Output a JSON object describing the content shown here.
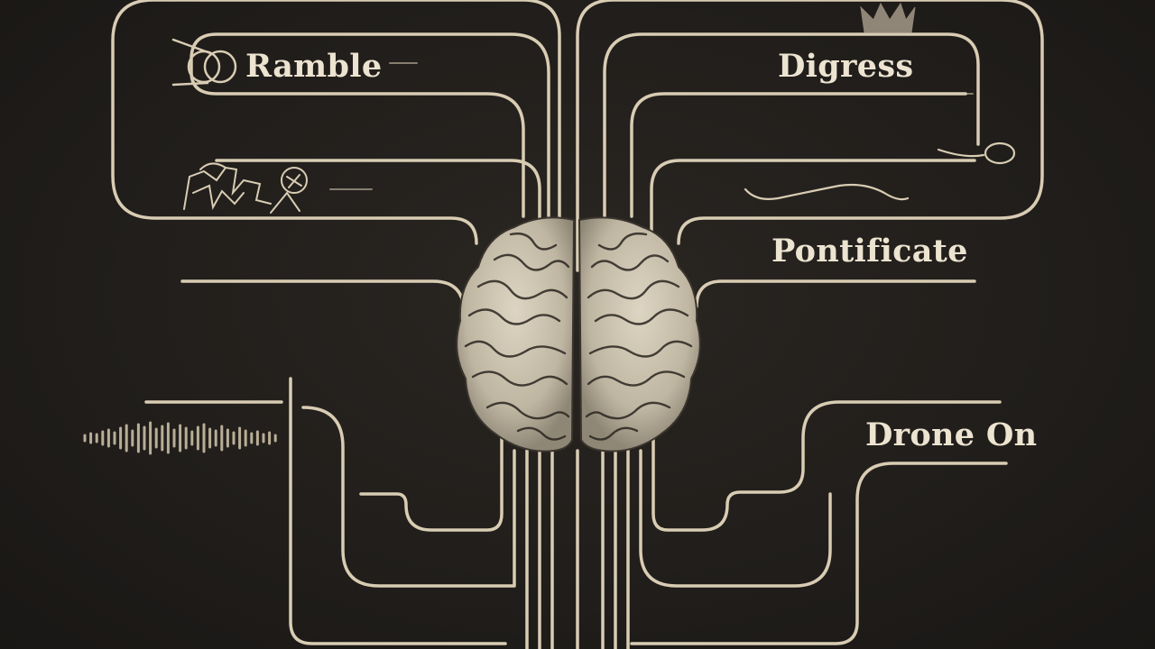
{
  "labels": {
    "ramble": "Ramble",
    "digress": "Digress",
    "pontificate": "Pontificate",
    "drone_on": "Drone On"
  },
  "colors": {
    "background": "#1f1c19",
    "line": "#d8ccb3",
    "text": "#ece3d0",
    "brain": "#cfc7b4"
  },
  "icons": [
    "knot-icon",
    "tangled-scribble-icon",
    "crown-icon",
    "squiggle-icon",
    "sound-wave-icon",
    "brain-icon"
  ]
}
